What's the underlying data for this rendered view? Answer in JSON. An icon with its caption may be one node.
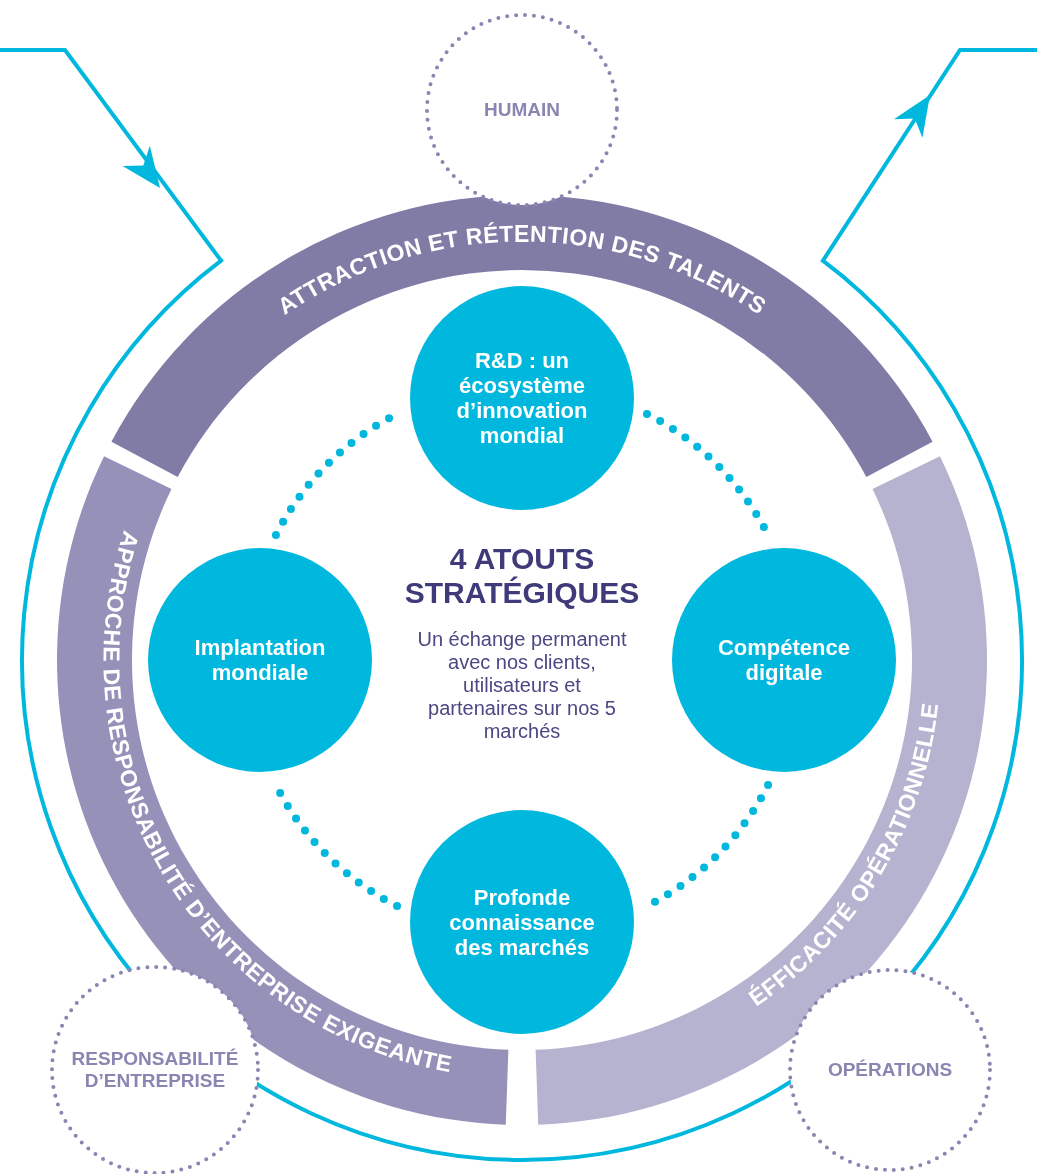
{
  "diagram": {
    "nodes": [
      {
        "text": [
          "HUMAIN"
        ]
      },
      {
        "text": [
          "ATTRACTION ET RÉTENTION DES TALENTS"
        ]
      },
      {
        "text": [
          "R&D : un écosystème d’innovation mondial"
        ]
      },
      {
        "text": [
          "APPROCHE DE RESPONSABILITÉ D’ENTREPRISE EXIGEANTE"
        ]
      },
      {
        "text": [
          "ÉFFICACITÉ OPÉRATIONNELLE"
        ]
      },
      {
        "text": [
          "Implantation mondiale"
        ]
      },
      {
        "text": [
          "Compétence digitale"
        ]
      },
      {
        "text": [
          "Profonde connaissance des marchés"
        ]
      },
      {
        "text": [
          "RESPONSABILITÉ D’ENTREPRISE"
        ]
      },
      {
        "text": [
          "OPÉRATIONS"
        ]
      }
    ],
    "edges": [
      {
        "from": 2,
        "to": 6,
        "arrow": "none",
        "style": "dashed"
      },
      {
        "from": 6,
        "to": 7,
        "arrow": "none",
        "style": "dashed"
      },
      {
        "from": 7,
        "to": 5,
        "arrow": "none",
        "style": "dashed"
      },
      {
        "from": 5,
        "to": 2,
        "arrow": "none",
        "style": "dashed"
      }
    ],
    "labels": [
      "4 ATOUTS STRATÉGIQUES",
      "Un échange permanent avec nos clients, utilisateurs et partenaires sur nos 5 marchés"
    ]
  }
}
